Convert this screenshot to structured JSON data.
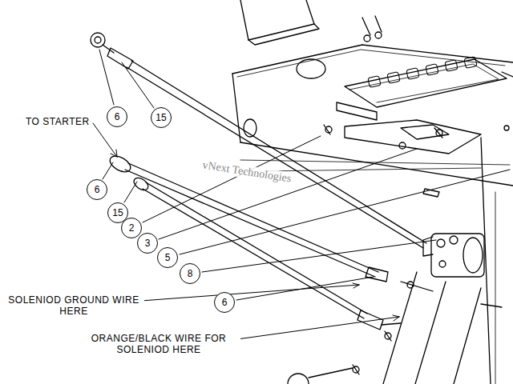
{
  "diagram": {
    "nodes": [
      {
        "text": [
          "6"
        ]
      },
      {
        "text": [
          "15"
        ]
      },
      {
        "text": [
          "6"
        ]
      },
      {
        "text": [
          "15"
        ]
      },
      {
        "text": [
          "2"
        ]
      },
      {
        "text": [
          "3"
        ]
      },
      {
        "text": [
          "5"
        ]
      },
      {
        "text": [
          "8"
        ]
      },
      {
        "text": [
          "6"
        ]
      }
    ],
    "labels": [
      "TO STARTER",
      "SOLENIOD GROUND WIRE HERE",
      "ORANGE/BLACK WIRE FOR SOLENIOD HERE",
      "vNext Technologies"
    ]
  }
}
